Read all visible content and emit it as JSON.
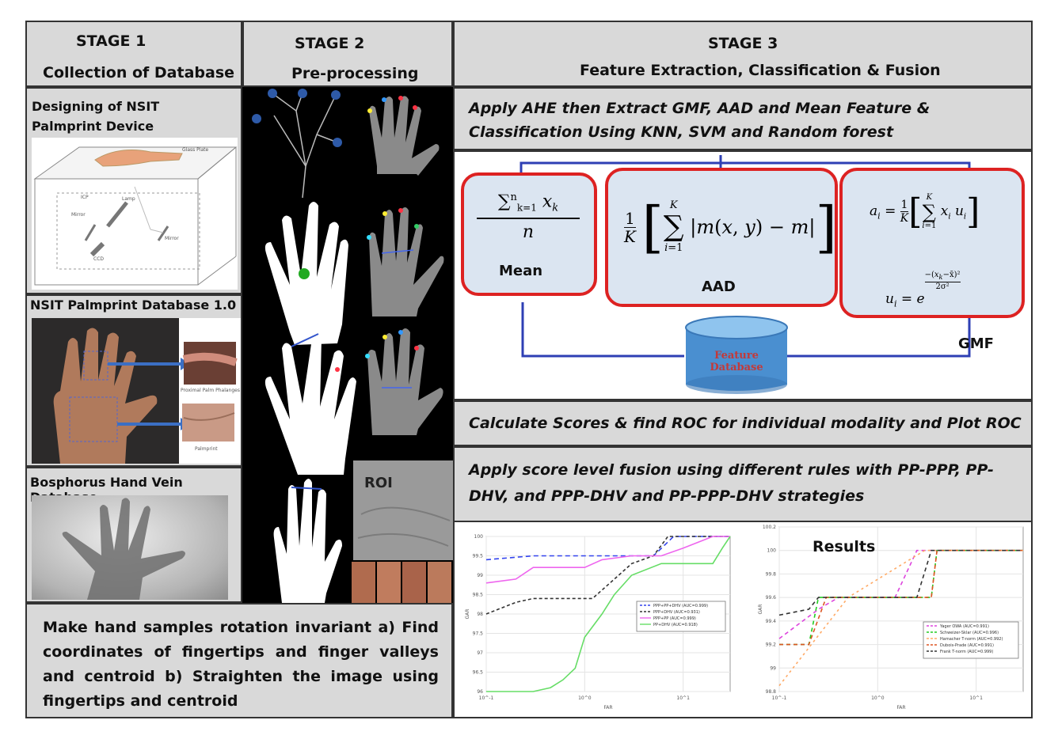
{
  "stage1": {
    "title": "STAGE 1",
    "subtitle": "Collection of Database"
  },
  "stage2": {
    "title": "STAGE 2",
    "subtitle": "Pre-processing"
  },
  "stage3": {
    "title": "STAGE 3",
    "subtitle": "Feature Extraction, Classification & Fusion"
  },
  "left": {
    "device_caption": "Designing of NSIT Palmprint Device",
    "device_labels": {
      "glass": "Glass Plate",
      "lamp": "Lamp",
      "ccd": "CCD",
      "mirror1": "Mirror",
      "mirror2": "Mirror",
      "icp": "ICP"
    },
    "db_caption": "NSIT Palmprint Database 1.0",
    "db_labels": {
      "proximal": "Proximal Palm Phalanges",
      "palmprint": "Palmprint"
    },
    "vein_caption": "Bosphorus Hand Vein Database"
  },
  "roi_label": "ROI",
  "rotation_text": "Make hand samples rotation invariant a) Find coordinates of fingertips and finger valleys and centroid b) Straighten the image using fingertips and centroid",
  "step1": "Apply AHE then Extract GMF, AAD and Mean Feature & Classification Using KNN, SVM and Random forest",
  "features": {
    "mean": "Mean",
    "aad": "AAD",
    "gmf": "GMF",
    "database_line1": "Feature",
    "database_line2": "Database"
  },
  "step2": "Calculate Scores & find ROC for individual modality and Plot ROC",
  "step3": "Apply score level fusion using different rules with PP-PPP, PP-DHV, and PPP-DHV and PP-PPP-DHV strategies",
  "results_label": "Results",
  "colors": {
    "panel_gray": "#d9d9d9",
    "box_fill": "#dbe5f1",
    "red_border": "#dd2222",
    "connector_blue": "#2e3fb4"
  },
  "chart_data": [
    {
      "type": "line",
      "xlabel": "FAR",
      "ylabel": "GAR",
      "xscale": "log",
      "xlim": [
        0.1,
        30
      ],
      "ylim": [
        96,
        100
      ],
      "yticks": [
        96,
        96.5,
        97,
        97.5,
        98,
        98.5,
        99,
        99.5,
        100
      ],
      "xtick_labels": [
        "10^-1",
        "10^0",
        "10^1"
      ],
      "series": [
        {
          "name": "PPP+PP+DHV (AUC=0.999)",
          "color": "#3344ee",
          "dash": "6,4",
          "x": [
            0.1,
            0.3,
            1,
            3,
            5,
            8,
            30
          ],
          "y": [
            99.4,
            99.5,
            99.5,
            99.5,
            99.5,
            100,
            100
          ]
        },
        {
          "name": "PPP+DHV (AUC=0.931)",
          "color": "#333333",
          "dash": "4,3",
          "x": [
            0.1,
            0.2,
            0.3,
            1.2,
            2,
            3,
            5,
            7,
            30
          ],
          "y": [
            98,
            98.3,
            98.4,
            98.4,
            98.9,
            99.3,
            99.5,
            100,
            100
          ]
        },
        {
          "name": "PPP+PP (AUC=0.999)",
          "color": "#ee66ee",
          "dash": "",
          "x": [
            0.1,
            0.2,
            0.3,
            0.5,
            1,
            1.5,
            3,
            6,
            10,
            20,
            30
          ],
          "y": [
            98.8,
            98.9,
            99.2,
            99.2,
            99.2,
            99.4,
            99.5,
            99.5,
            99.7,
            100,
            100
          ]
        },
        {
          "name": "PP+DHV (AUC=0.918)",
          "color": "#66dd66",
          "dash": "",
          "x": [
            0.1,
            0.3,
            0.45,
            0.6,
            0.8,
            1,
            1.5,
            2,
            3,
            6,
            20,
            25,
            30
          ],
          "y": [
            96,
            96,
            96.1,
            96.3,
            96.6,
            97.4,
            98,
            98.5,
            99,
            99.3,
            99.3,
            99.7,
            100
          ]
        }
      ]
    },
    {
      "type": "line",
      "title": "Results",
      "xlabel": "FAR",
      "ylabel": "GAR",
      "xscale": "log",
      "xlim": [
        0.1,
        30
      ],
      "ylim": [
        98.8,
        100.2
      ],
      "yticks": [
        98.8,
        99,
        99.2,
        99.4,
        99.6,
        99.8,
        100,
        100.2
      ],
      "xtick_labels": [
        "10^-1",
        "10^0",
        "10^1"
      ],
      "series": [
        {
          "name": "Yager OWA (AUC=0.991)",
          "color": "#dd44dd",
          "dash": "5,4",
          "x": [
            0.1,
            0.25,
            0.4,
            1.5,
            2.5,
            30
          ],
          "y": [
            99.25,
            99.5,
            99.6,
            99.6,
            100,
            100
          ]
        },
        {
          "name": "Schweizer-Sklar (AUC=0.996)",
          "color": "#22cc22",
          "dash": "5,4",
          "x": [
            0.1,
            0.2,
            0.25,
            0.35,
            3.5,
            4,
            30
          ],
          "y": [
            99.2,
            99.2,
            99.6,
            99.6,
            99.6,
            100,
            100
          ]
        },
        {
          "name": "Hamacher T-norm (AUC=0.992)",
          "color": "#ffaa66",
          "dash": "3,4",
          "x": [
            0.1,
            0.5,
            3,
            30
          ],
          "y": [
            98.85,
            99.6,
            100,
            100
          ]
        },
        {
          "name": "Dubois-Prade (AUC=0.991)",
          "color": "#dd5522",
          "dash": "5,4",
          "x": [
            0.1,
            0.2,
            0.3,
            3.5,
            4,
            30
          ],
          "y": [
            99.2,
            99.2,
            99.6,
            99.6,
            100,
            100
          ]
        },
        {
          "name": "Frank T-norm (AUC=0.999)",
          "color": "#333333",
          "dash": "5,4",
          "x": [
            0.1,
            0.2,
            0.25,
            2.5,
            3.5,
            30
          ],
          "y": [
            99.45,
            99.5,
            99.6,
            99.6,
            100,
            100
          ]
        }
      ]
    }
  ]
}
